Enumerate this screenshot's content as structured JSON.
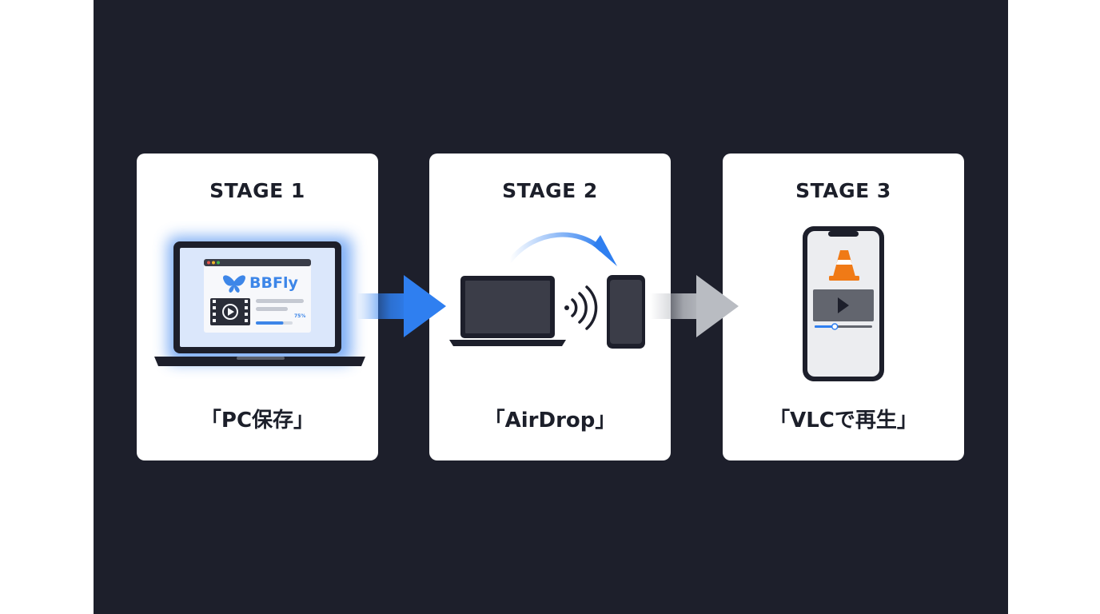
{
  "stages": [
    {
      "title": "STAGE 1",
      "caption": "「PC保存」"
    },
    {
      "title": "STAGE 2",
      "caption": "「AirDrop」"
    },
    {
      "title": "STAGE 3",
      "caption": "「VLCで再生」"
    }
  ],
  "app": {
    "name": "BBFly",
    "progress_label": "75%",
    "progress": 0.75
  },
  "player": {
    "progress": 0.35
  },
  "icons": {
    "stage1": [
      "laptop-icon",
      "butterfly-logo-icon",
      "film-strip-icon",
      "play-icon"
    ],
    "stage2": [
      "laptop-icon",
      "wireless-signal-icon",
      "smartphone-icon",
      "curved-arrow-icon"
    ],
    "stage3": [
      "smartphone-icon",
      "vlc-cone-icon",
      "play-icon",
      "video-progress-icon"
    ],
    "connectors": [
      "arrow-right-icon",
      "arrow-right-icon"
    ]
  },
  "colors": {
    "background": "#1d1f2b",
    "card": "#ffffff",
    "accent_blue": "#2f7ff0",
    "arrow_gray": "#b9bcc2",
    "vlc_orange": "#f07a16"
  }
}
